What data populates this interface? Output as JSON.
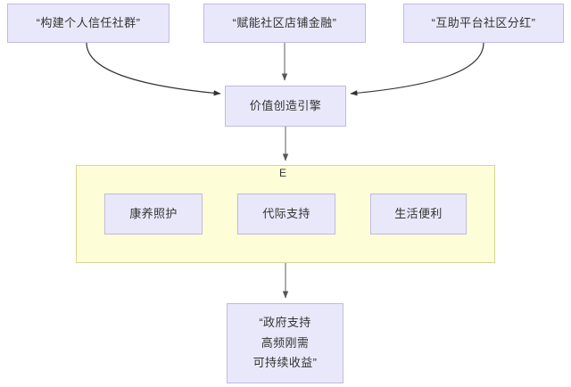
{
  "diagram": {
    "type": "flowchart",
    "background_color": "#ffffff",
    "node_fill": "#e9e8fa",
    "node_border": "#c3b9e0",
    "cluster_fill": "#fdfdd8",
    "cluster_border": "#d6d68f",
    "edge_color": "#333333",
    "sources": [
      {
        "label": "“构建个人信任社群”"
      },
      {
        "label": "“赋能社区店铺金融”"
      },
      {
        "label": "“互助平台社区分红”"
      }
    ],
    "engine": {
      "label": "价值创造引擎"
    },
    "cluster": {
      "label": "E",
      "children": [
        {
          "label": "康养照护"
        },
        {
          "label": "代际支持"
        },
        {
          "label": "生活便利"
        }
      ]
    },
    "outcome": {
      "lines": [
        "“政府支持",
        "高频刚需",
        "可持续收益”"
      ]
    },
    "edges": [
      {
        "from": "构建个人信任社群",
        "to": "价值创造引擎",
        "style": "curved"
      },
      {
        "from": "赋能社区店铺金融",
        "to": "价值创造引擎",
        "style": "straight"
      },
      {
        "from": "互助平台社区分红",
        "to": "价值创造引擎",
        "style": "curved"
      },
      {
        "from": "价值创造引擎",
        "to": "E",
        "style": "straight"
      },
      {
        "from": "E",
        "to": "政府支持高频刚需可持续收益",
        "style": "straight"
      }
    ]
  }
}
